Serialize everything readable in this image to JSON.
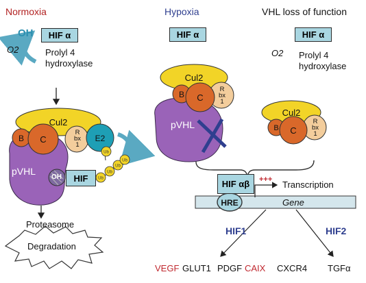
{
  "headers": {
    "normoxia": "Normoxia",
    "hypoxia": "Hypoxia",
    "vhl_loss": "VHL loss of function"
  },
  "colors": {
    "normoxia_header": "#b22222",
    "hypoxia_header": "#2f3f8f",
    "hif_box": "#a9d6e1",
    "cul2": "#f2d427",
    "c_protein": "#d9682a",
    "b_protein": "#d9682a",
    "rbx": "#f3cd9c",
    "pvhl": "#9a63b8",
    "e2": "#1e9fb5",
    "ub": "#f2d427",
    "hif_labels_blue": "#2f3f8f",
    "gene_red": "#c0282f"
  },
  "normoxia": {
    "oh": "OH",
    "hif": "HIF α",
    "o2": "O2",
    "prolyl_line1": "Prolyl 4",
    "prolyl_line2": "hydroxylase",
    "cul2": "Cul2",
    "b": "B",
    "c": "C",
    "rbx": "R bx 1",
    "e2": "E2",
    "pvhl": "pVHL",
    "oh_bound": "OH",
    "hif_bound": "HIF",
    "ub": "Ub",
    "proteasome": "Proteasome",
    "degradation": "Degradation"
  },
  "hypoxia": {
    "hif": "HIF α",
    "cul2": "Cul2",
    "b": "B",
    "c": "C",
    "rbx": "R bx 1",
    "pvhl": "pVHL"
  },
  "vhl_loss": {
    "hif": "HIF α",
    "o2": "O2",
    "prolyl_line1": "Prolyl 4",
    "prolyl_line2": "hydroxylase",
    "cul2": "Cul2",
    "b": "B",
    "c": "C",
    "rbx": "R bx 1"
  },
  "transcription": {
    "hif_ab": "HIF αβ",
    "plus": "+++",
    "transcription": "Transcription",
    "hre": "HRE",
    "gene": "Gene",
    "hif1": "HIF1",
    "hif2": "HIF2"
  },
  "targets": [
    "VEGF",
    "GLUT1",
    "PDGF",
    "CAIX",
    "CXCR4",
    "TGFα"
  ]
}
